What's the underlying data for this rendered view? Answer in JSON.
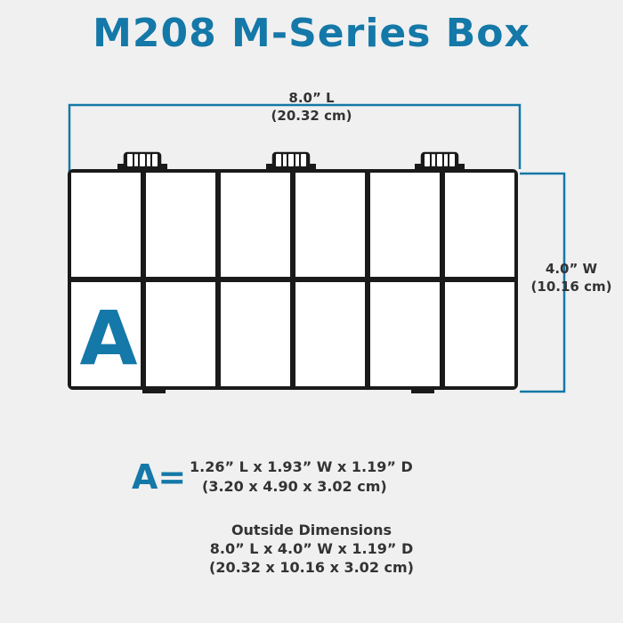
{
  "title": "M208 M-Series Box",
  "colors": {
    "accent": "#1478a8",
    "outline": "#1a1a1a",
    "text": "#333333",
    "background": "#f0f0f0"
  },
  "length_label": {
    "line1": "8.0” L",
    "line2": "(20.32 cm)"
  },
  "width_label": {
    "line1": "4.0” W",
    "line2": "(10.16 cm)"
  },
  "compartment_marker": "A",
  "compartment_spec": {
    "key": "A=",
    "line1": "1.26” L x 1.93” W x 1.19” D",
    "line2": "(3.20 x 4.90 x 3.02 cm)"
  },
  "outside_dimensions": {
    "heading": "Outside Dimensions",
    "line1": "8.0” L x 4.0” W x 1.19” D",
    "line2": "(20.32 x 10.16 x 3.02 cm)"
  },
  "grid": {
    "columns": 6,
    "rows": 2
  }
}
